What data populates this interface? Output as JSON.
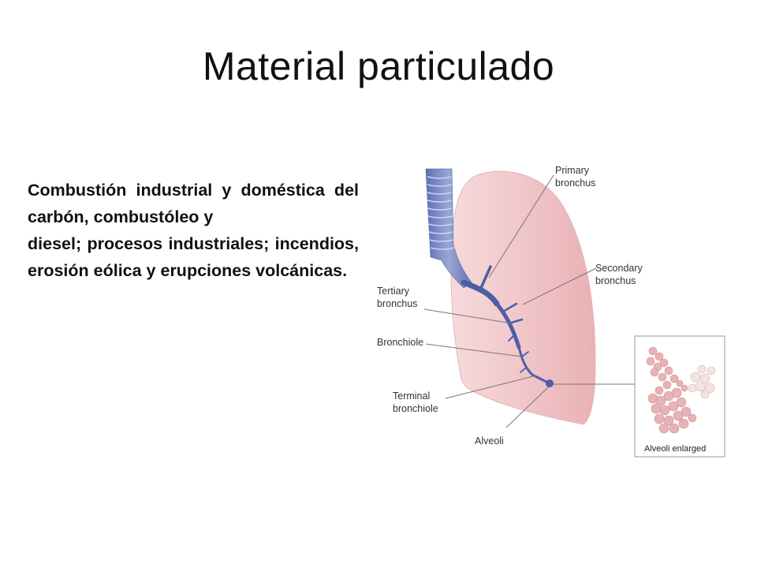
{
  "title": "Material particulado",
  "body": {
    "paragraph_1": "Combustión industrial y doméstica del carbón, combustóleo y",
    "paragraph_2": "diesel; procesos industriales; incendios, erosión eólica y erupciones volcánicas."
  },
  "diagram": {
    "labels": {
      "primary_1": "Primary",
      "primary_2": "bronchus",
      "secondary_1": "Secondary",
      "secondary_2": "bronchus",
      "tertiary_1": "Tertiary",
      "tertiary_2": "bronchus",
      "bronchiole": "Bronchiole",
      "terminal_1": "Terminal",
      "terminal_2": "bronchiole",
      "alveoli": "Alveoli",
      "inset_caption": "Alveoli enlarged"
    },
    "colors": {
      "lung": "#f2c9cc",
      "trachea": "#7f8ec4",
      "airway": "#4d5ea8",
      "alveoli": "#e8b3b6"
    }
  }
}
